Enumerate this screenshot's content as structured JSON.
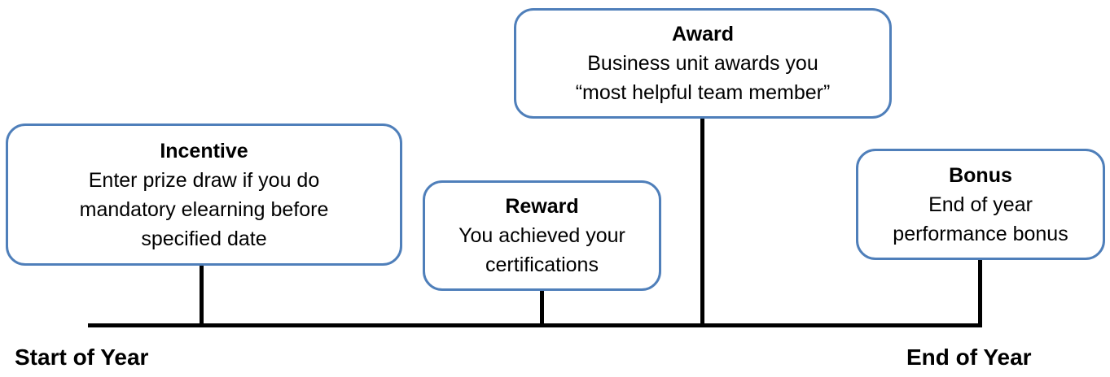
{
  "events": [
    {
      "id": "incentive",
      "title": "Incentive",
      "body": "Enter prize draw if you  do\nmandatory elearning  before\nspecified date"
    },
    {
      "id": "reward",
      "title": "Reward",
      "body": "You achieved your\ncertifications"
    },
    {
      "id": "award",
      "title": "Award",
      "body": "Business unit awards you\n“most helpful team member”"
    },
    {
      "id": "bonus",
      "title": "Bonus",
      "body": "End of year\nperformance bonus"
    }
  ],
  "axis": {
    "start_label": "Start of Year",
    "end_label": "End of Year"
  },
  "colors": {
    "box_border": "#4f7fba",
    "line": "#000000"
  }
}
